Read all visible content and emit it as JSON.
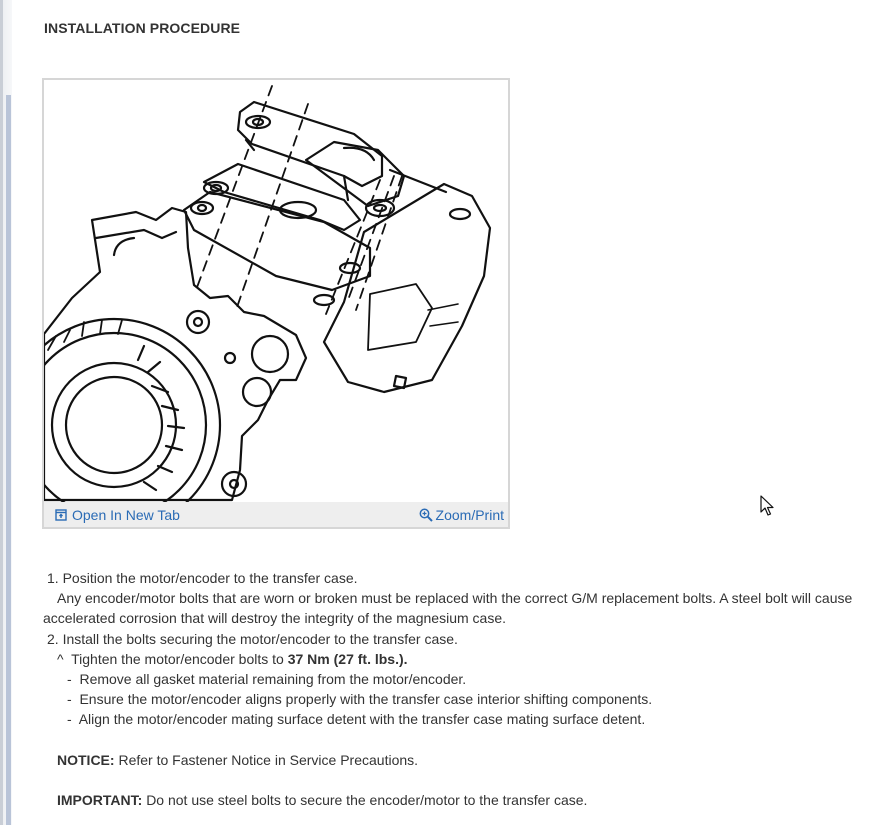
{
  "page": {
    "heading": "INSTALLATION PROCEDURE"
  },
  "figure": {
    "open_tab_label": "Open In New Tab",
    "zoom_label": "Zoom/Print",
    "icons": {
      "open": "open-new-tab-icon",
      "zoom": "zoom-magnifier-icon"
    }
  },
  "steps": [
    {
      "number": "1.",
      "text": "Position the motor/encoder to the transfer case.",
      "note": "Any encoder/motor bolts that are worn or broken must be replaced with the correct G/M replacement bolts. A steel bolt will cause accelerated corrosion that will destroy the integrity of the magnesium case."
    },
    {
      "number": "2.",
      "text": "Install the bolts securing the motor/encoder to the transfer case.",
      "tighten_prefix": "Tighten the motor/encoder bolts to",
      "tighten_value": "37 Nm (27 ft. lbs.).",
      "bullets": [
        "Remove all gasket material remaining from the motor/encoder.",
        "Ensure the motor/encoder aligns properly with the transfer case interior shifting components.",
        "Align the motor/encoder mating surface detent with the transfer case mating surface detent."
      ]
    }
  ],
  "notice": {
    "label": "NOTICE:",
    "text": "Refer to Fastener Notice in Service Precautions."
  },
  "important": {
    "label": "IMPORTANT:",
    "text": "Do not use steel bolts to secure the encoder/motor to the transfer case."
  },
  "colors": {
    "link": "#2a6bb5",
    "text": "#333333",
    "figure_border": "#d6d6d6",
    "figure_bar": "#eeeeee"
  }
}
